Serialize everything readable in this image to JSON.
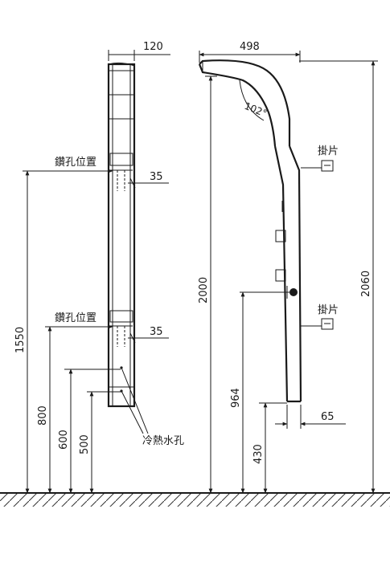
{
  "dimensions": {
    "panel_depth": "120",
    "panel_width": "498",
    "drill_offset_upper": "35",
    "drill_offset_lower": "35",
    "height_1550": "1550",
    "height_800": "800",
    "height_600": "600",
    "height_500": "500",
    "height_2000": "2000",
    "height_2060": "2060",
    "height_964": "964",
    "height_430": "430",
    "bottom_width": "65",
    "arm_angle": "102°"
  },
  "labels": {
    "drill_position_upper": "鑽孔位置",
    "drill_position_lower": "鑽孔位置",
    "hanger_upper": "掛片",
    "hanger_lower": "掛片",
    "water_holes": "冷熱水孔"
  }
}
